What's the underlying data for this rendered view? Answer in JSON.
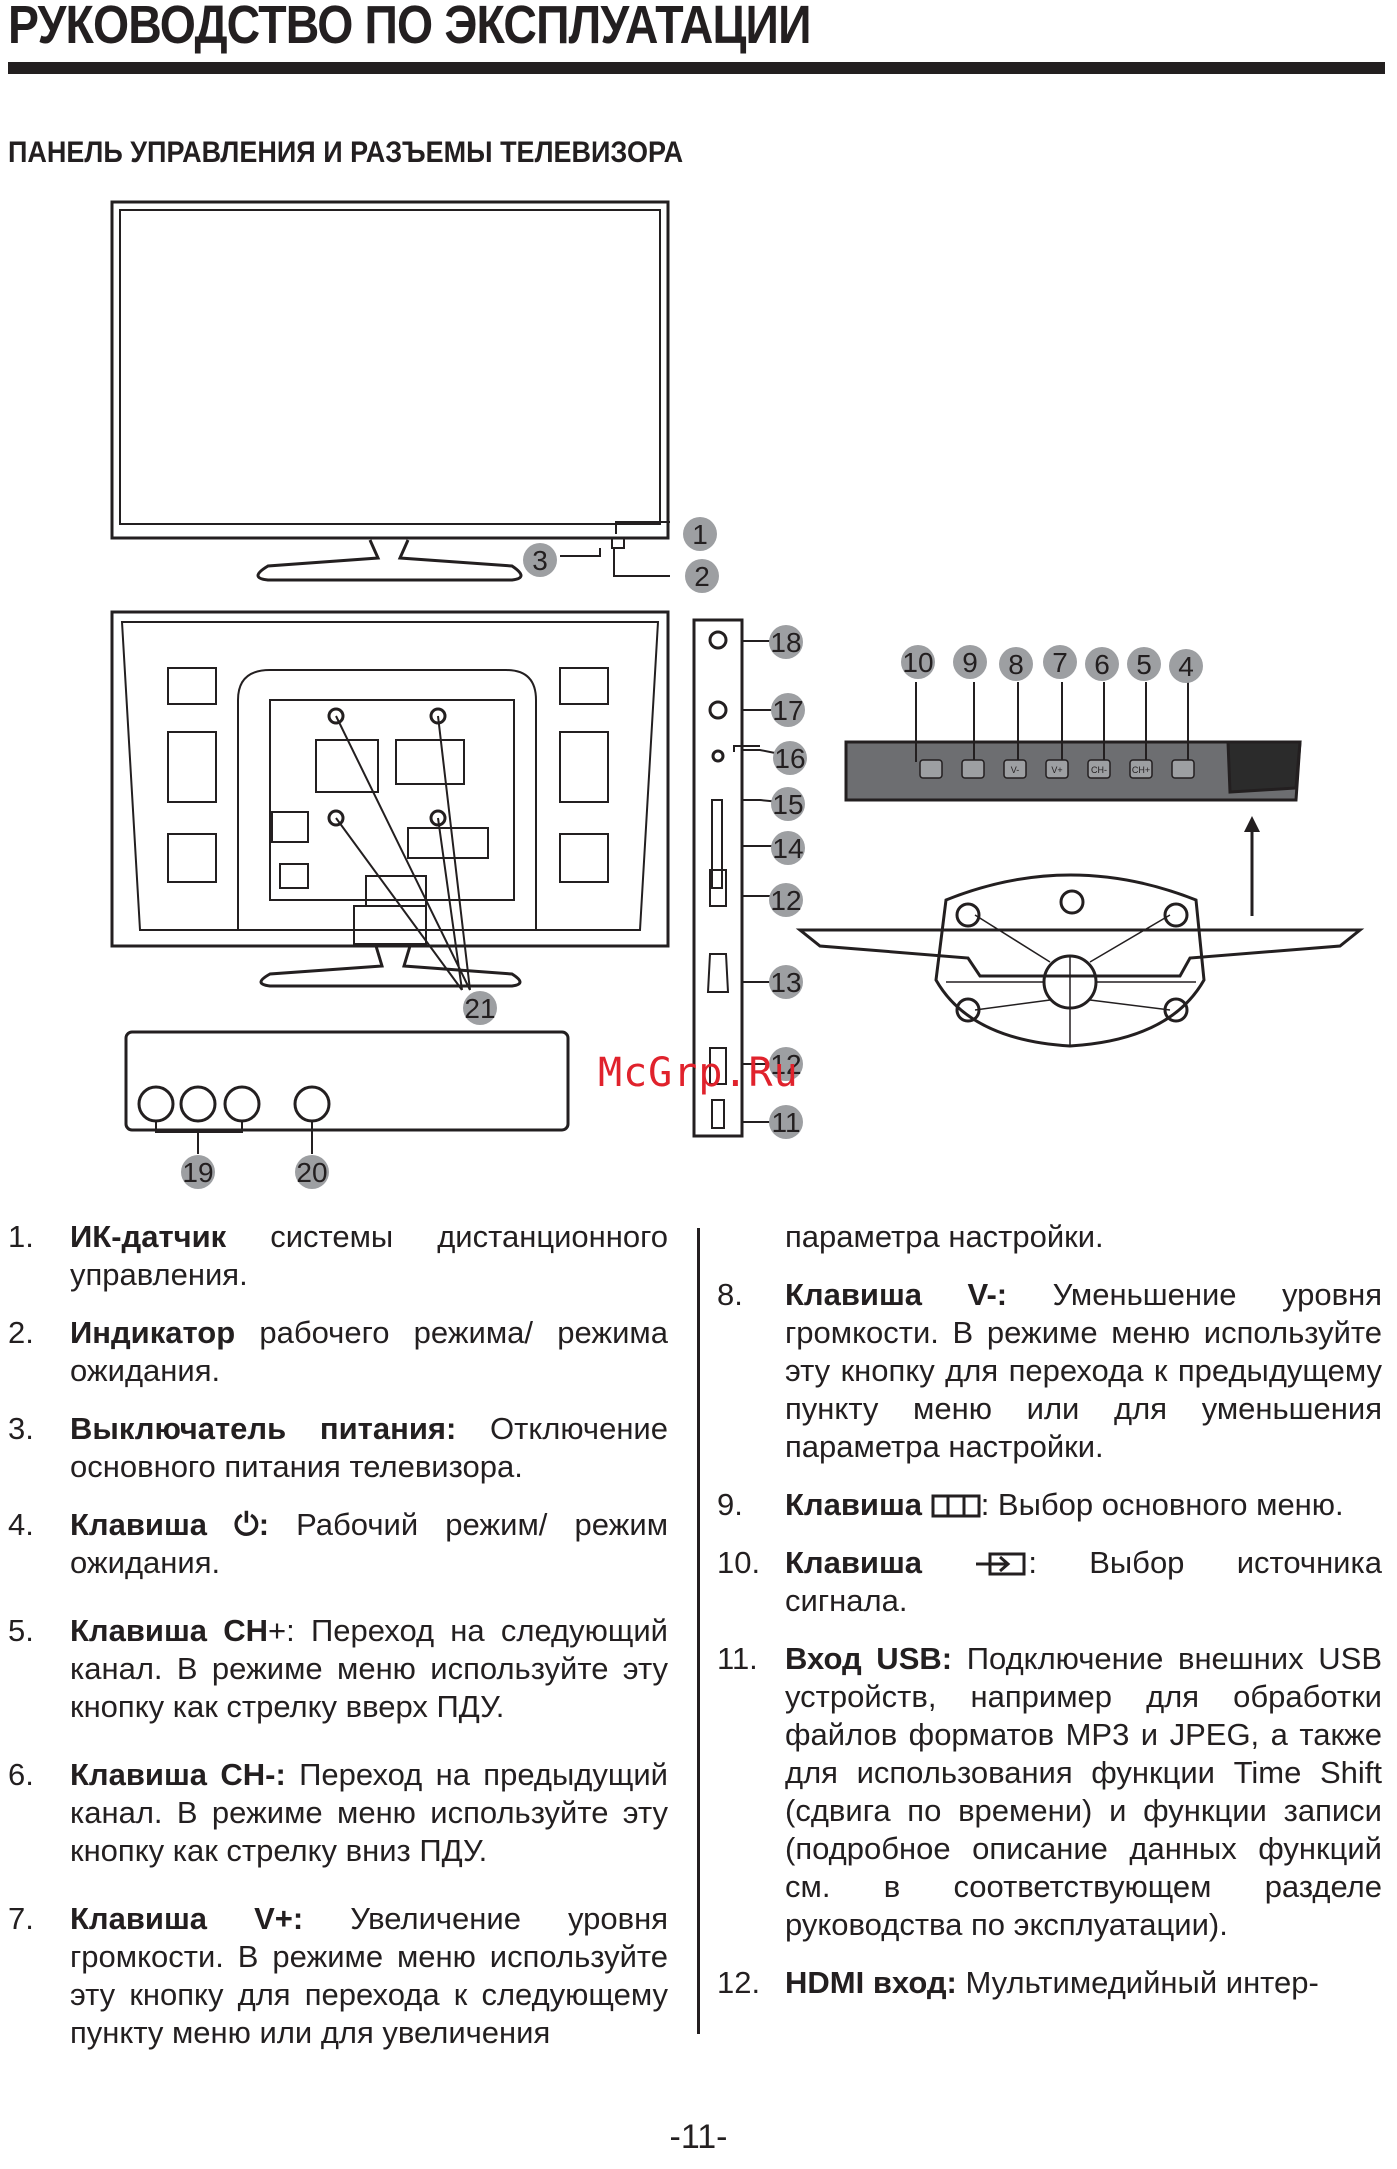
{
  "header": {
    "title": "РУКОВОДСТВО ПО ЭКСПЛУАТАЦИИ",
    "subtitle": "ПАНЕЛЬ УПРАВЛЕНИЯ И РАЗЪЕМЫ ТЕЛЕВИЗОРА"
  },
  "diagram": {
    "callouts": [
      "1",
      "2",
      "3",
      "4",
      "5",
      "6",
      "7",
      "8",
      "9",
      "10",
      "11",
      "12",
      "13",
      "14",
      "15",
      "16",
      "17",
      "18",
      "19",
      "20",
      "21"
    ],
    "button_labels": [
      "CH-",
      "CH+",
      "V+",
      "V-"
    ]
  },
  "watermark": "McGrp.Ru",
  "items_left": [
    {
      "num": "1.",
      "bold": "ИК-датчик",
      "text": " системы дистанционного управления."
    },
    {
      "num": "2.",
      "bold": "Индикатор",
      "text": " рабочего режима/ режима ожидания."
    },
    {
      "num": "3.",
      "bold": "Выключатель питания:",
      "text": " Отключение основного питания телевизора."
    },
    {
      "num": "4.",
      "bold": "Клавиша ⏻:",
      "text": " Рабочий режим/ режим ожидания."
    },
    {
      "num": "5.",
      "bold": "Клавиша СН",
      "text": "+: Переход на следующий канал. В режиме меню используйте эту кнопку как стрелку вверх ПДУ."
    },
    {
      "num": "6.",
      "bold": "Клавиша СН-:",
      "text": " Переход на предыдущий канал. В режиме меню используйте эту кнопку как стрелку вниз ПДУ."
    },
    {
      "num": "7.",
      "bold": "Клавиша V+:",
      "text": " Увеличение уровня громкости. В режиме меню используйте эту кнопку для перехода к следующему пункту меню или для увеличения"
    }
  ],
  "items_right": [
    {
      "num": "",
      "bold": "",
      "text": "параметра настройки."
    },
    {
      "num": "8.",
      "bold": "Клавиша V-:",
      "text": " Уменьшение уровня громкости. В режиме меню используйте эту кнопку для перехода к предыдущему пункту меню или для уменьшения параметра настройки."
    },
    {
      "num": "9.",
      "bold": "Клавиша",
      "text": ": Выбор основного меню."
    },
    {
      "num": "10.",
      "bold": "Клавиша",
      "text": ": Выбор источника сигнала."
    },
    {
      "num": "11.",
      "bold": "Вход USB:",
      "text": " Подключение внешних USB устройств, например для обработки файлов форматов MP3 и JPEG, а также для использования функции Time Shift (сдвига по времени) и функции записи (подробное описание данных функций см. в соответствующем разделе руководства по эксплуатации)."
    },
    {
      "num": "12.",
      "bold": "HDMI вход:",
      "text": " Мультимедийный интер-"
    }
  ],
  "page_number": "-11-"
}
